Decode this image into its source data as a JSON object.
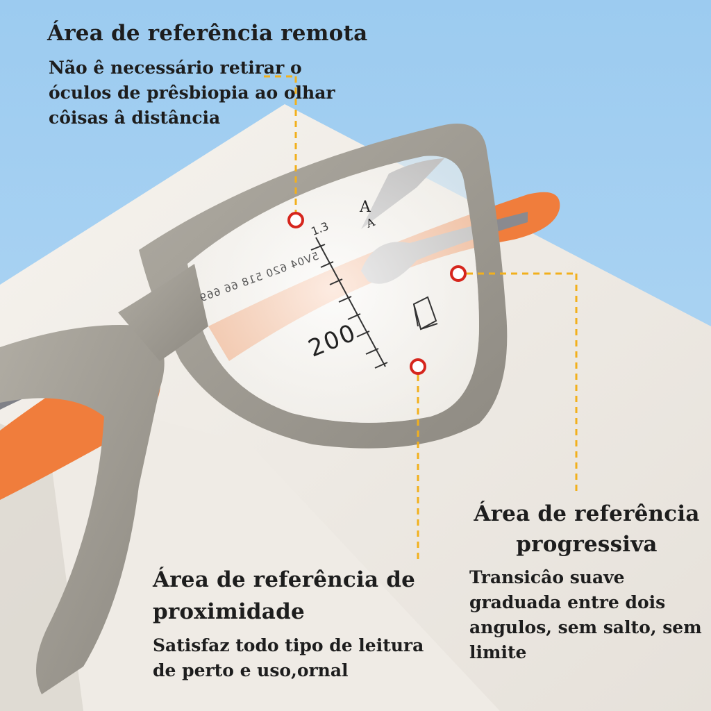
{
  "remote": {
    "title": "Área de referência remota",
    "desc": "Não ê necessário retirar o óculos de prêsbiopia ao olhar côisas â distância"
  },
  "progressive": {
    "title_line1": "Área de referência",
    "title_line2": "progressiva",
    "desc": "Transicâo suave graduada entre dois angulos, sem salto, sem limite"
  },
  "proximity": {
    "title": "Área de referência de proximidade",
    "desc": "Satisfaz todo tipo de leitura de perto e uso,ornal"
  },
  "lens": {
    "power_label": "200",
    "small_label": "1.3",
    "rev_label": "5V04 620 518 66 669"
  },
  "colors": {
    "sky": "#a9d2f2",
    "frame": "#9e9a90",
    "orange": "#f07d3c",
    "leader": "#f2b01c",
    "marker": "#d6261d"
  }
}
